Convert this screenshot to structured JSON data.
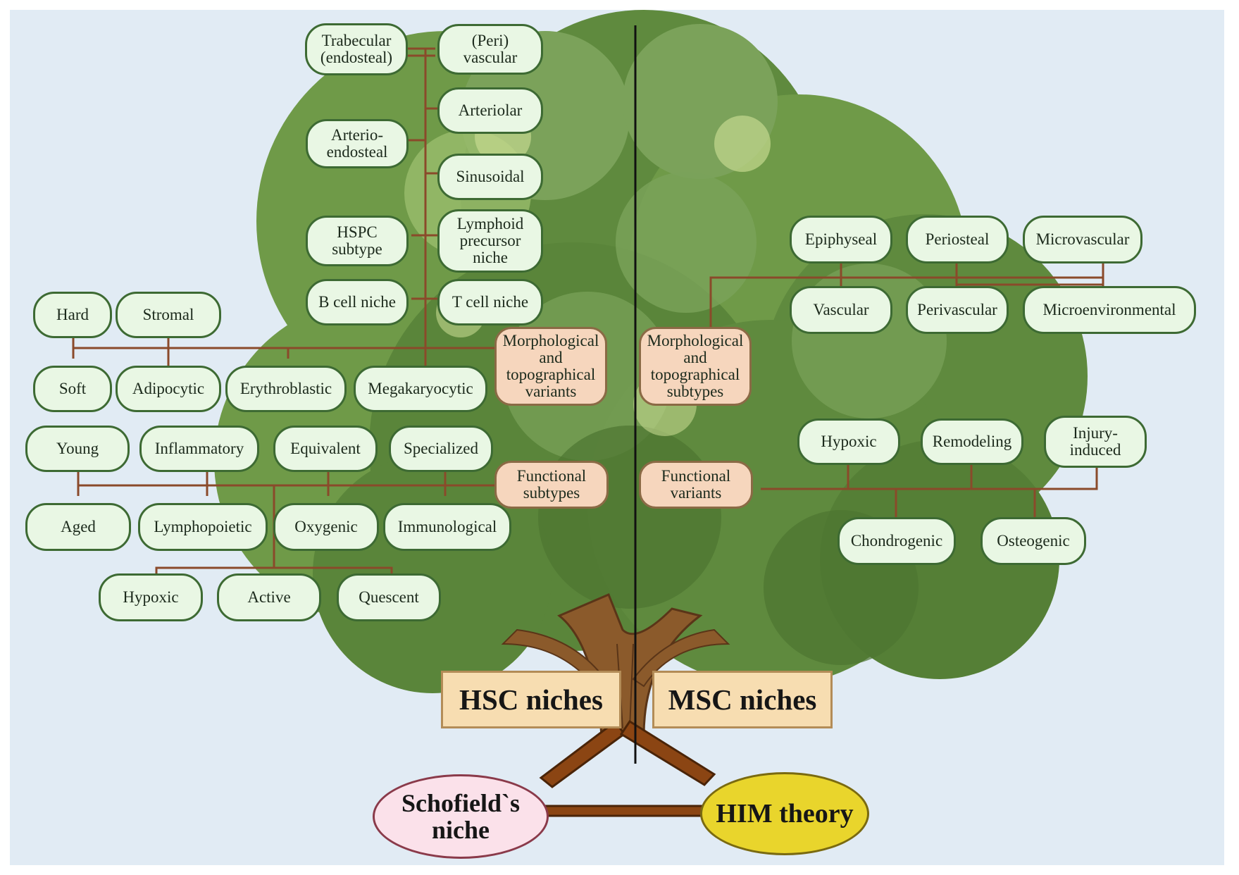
{
  "colors": {
    "background": "#e1ebf4",
    "node_fill": "#e9f7e4",
    "node_border": "#3d6a33",
    "variant_fill": "#f6d6bd",
    "title_fill": "#f7ddb1",
    "connector": "#8a4a2a",
    "trunk": "#8b5a2b",
    "foliage": [
      "#5f8a3e",
      "#7ba25a",
      "#9cbf6f",
      "#c4d98f"
    ],
    "schofield_fill": "#fbe1ea",
    "him_fill": "#e9d52c"
  },
  "roots": {
    "hsc_title": "HSC niches",
    "msc_title": "MSC niches",
    "schofield": "Schofield`s\nniche",
    "him": "HIM theory"
  },
  "hsc": {
    "morphological": "Morphological\nand\ntopographical\nvariants",
    "functional": "Functional\nsubtypes",
    "trabecular": "Trabecular\n(endosteal)",
    "perivascular": "(Peri)\nvascular",
    "arteriolar": "Arteriolar",
    "arterio_endosteal": "Arterio-\nendosteal",
    "sinusoidal": "Sinusoidal",
    "hspc_subtype": "HSPC\nsubtype",
    "lymphoid_precursor": "Lymphoid\nprecursor\nniche",
    "b_cell": "B cell niche",
    "t_cell": "T cell niche",
    "hard": "Hard",
    "stromal": "Stromal",
    "soft": "Soft",
    "adipocytic": "Adipocytic",
    "erythroblastic": "Erythroblastic",
    "megakaryocytic": "Megakaryocytic",
    "young": "Young",
    "inflammatory": "Inflammatory",
    "equivalent": "Equivalent",
    "specialized": "Specialized",
    "aged": "Aged",
    "lymphopoietic": "Lymphopoietic",
    "oxygenic": "Oxygenic",
    "immunological": "Immunological",
    "hypoxic": "Hypoxic",
    "active": "Active",
    "quiescent": "Quescent"
  },
  "msc": {
    "morphological": "Morphological\nand\ntopographical\nsubtypes",
    "functional": "Functional\nvariants",
    "epiphyseal": "Epiphyseal",
    "periosteal": "Periosteal",
    "microvascular": "Microvascular",
    "vascular": "Vascular",
    "perivascular": "Perivascular",
    "microenvironmental": "Microenvironmental",
    "hypoxic": "Hypoxic",
    "remodeling": "Remodeling",
    "injury_induced": "Injury-\ninduced",
    "chondrogenic": "Chondrogenic",
    "osteogenic": "Osteogenic"
  }
}
